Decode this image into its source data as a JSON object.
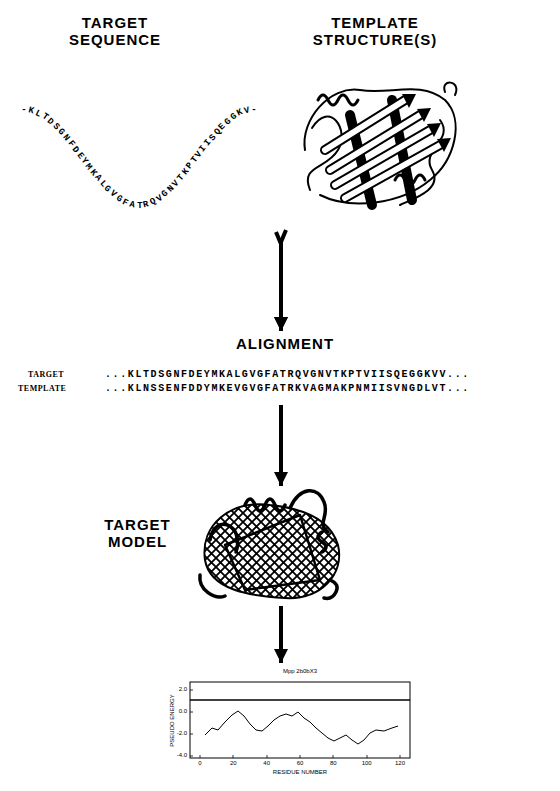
{
  "diagram": {
    "nodes": [
      {
        "text": [
          "TARGET SEQUENCE",
          "-KLTDSGNFDEYMKALGVGFATRQVGNVTKPTVIISQEGGKV-"
        ]
      },
      {
        "text": [
          "TEMPLATE STRUCTURE(S)"
        ]
      },
      {
        "text": [
          "ALIGNMENT",
          "TARGET",
          "...KLTDSGNFDEYMKALGVGFATRQVGNVTKPTVIISQEGGKVV...",
          "TEMPLATE",
          "...KLNSSENFDDYMKEVGVGFATRKVAGMAKPNMIISVNGDLVT..."
        ]
      },
      {
        "text": [
          "TARGET MODEL"
        ]
      },
      {
        "text": [
          "Mpp 2b0bX3",
          "PSEUDO ENERGY",
          "RESIDUE NUMBER",
          "2.0",
          "0.0",
          "-2.0",
          "-4.0",
          "0",
          "20",
          "40",
          "60",
          "80",
          "100",
          "120"
        ]
      }
    ],
    "edges": [
      {
        "from": 0,
        "to": 2,
        "arrow": "to"
      },
      {
        "from": 1,
        "to": 2,
        "arrow": "to"
      },
      {
        "from": 2,
        "to": 3,
        "arrow": "to"
      },
      {
        "from": 3,
        "to": 4,
        "arrow": "to"
      }
    ]
  }
}
